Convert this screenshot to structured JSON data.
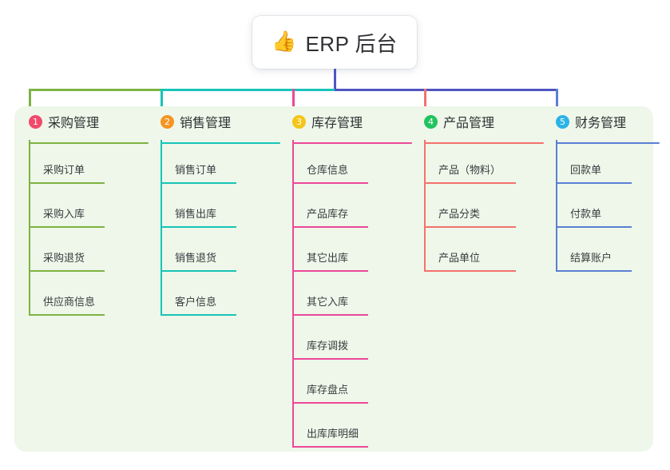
{
  "root": {
    "icon": "thumbs-up-icon",
    "icon_glyph": "👍",
    "title": "ERP 后台"
  },
  "theme": {
    "page_background": "#ffffff",
    "panel_background": "#eef7e9",
    "root_stem_color": "#4f55c0",
    "text_color": "#2f3034"
  },
  "columns": [
    {
      "number": "1",
      "title": "采购管理",
      "badge_color": "#f2496b",
      "line_color": "#7cb342",
      "items": [
        "采购订单",
        "采购入库",
        "采购退货",
        "供应商信息"
      ]
    },
    {
      "number": "2",
      "title": "销售管理",
      "badge_color": "#f59523",
      "line_color": "#18c4b8",
      "items": [
        "销售订单",
        "销售出库",
        "销售退货",
        "客户信息"
      ]
    },
    {
      "number": "3",
      "title": "库存管理",
      "badge_color": "#f5c518",
      "line_color": "#ec4899",
      "items": [
        "仓库信息",
        "产品库存",
        "其它出库",
        "其它入库",
        "库存调拨",
        "库存盘点",
        "出库库明细"
      ]
    },
    {
      "number": "4",
      "title": "产品管理",
      "badge_color": "#22c35e",
      "line_color": "#f4716e",
      "items": [
        "产品（物料）",
        "产品分类",
        "产品单位"
      ]
    },
    {
      "number": "5",
      "title": "财务管理",
      "badge_color": "#2bb3e8",
      "line_color": "#5b7fd4",
      "items": [
        "回款单",
        "付款单",
        "结算账户"
      ]
    }
  ]
}
